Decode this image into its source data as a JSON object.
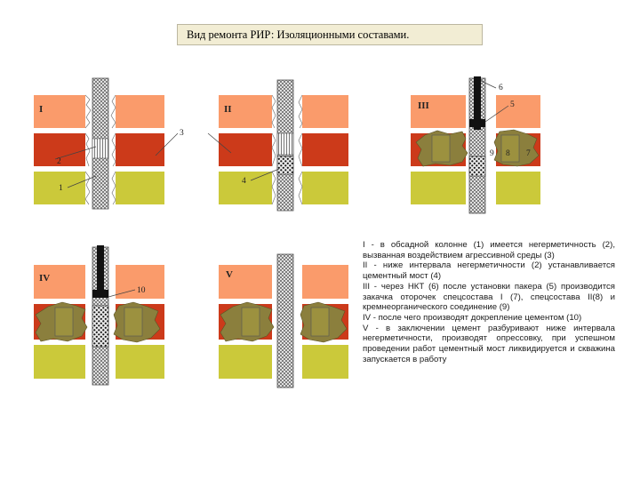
{
  "title": "Вид ремонта РИР:  Изоляционными составами.",
  "stages": [
    {
      "numeral": "I",
      "callouts": [
        "2",
        "1",
        "3"
      ]
    },
    {
      "numeral": "II",
      "callouts": [
        "4"
      ]
    },
    {
      "numeral": "III",
      "callouts": [
        "6",
        "5",
        "9",
        "8",
        "7"
      ]
    },
    {
      "numeral": "IV",
      "callouts": [
        "10"
      ]
    },
    {
      "numeral": "V",
      "callouts": []
    }
  ],
  "legend": [
    "I  - в обсадной колонне (1) имеется негерметичность (2), вызванная воздействием агрессивной среды (3)",
    "II  - ниже интервала негерметичности (2) устанавливается цементный мост (4)",
    "III - через НКТ (6) после установки пакера (5) производится закачка оторочек спецсостава I (7), спецсостава II(8) и кремнеорганического соединение (9)",
    "IV  - после чего производят докрепление цементом (10)",
    "V - в заключении цемент разбуривают ниже интервала негерметичности, производят опрессовку, при успешном проведении работ цементный мост ликвидируется и скважина запускается в работу"
  ],
  "colors": {
    "layer_top": "#fa9b6b",
    "layer_middle": "#cc3a1a",
    "layer_bottom": "#cbc93a",
    "insulation_fill": "#8b7f3d",
    "dark_pipe": "#111111",
    "title_bg": "#f2edd4"
  }
}
